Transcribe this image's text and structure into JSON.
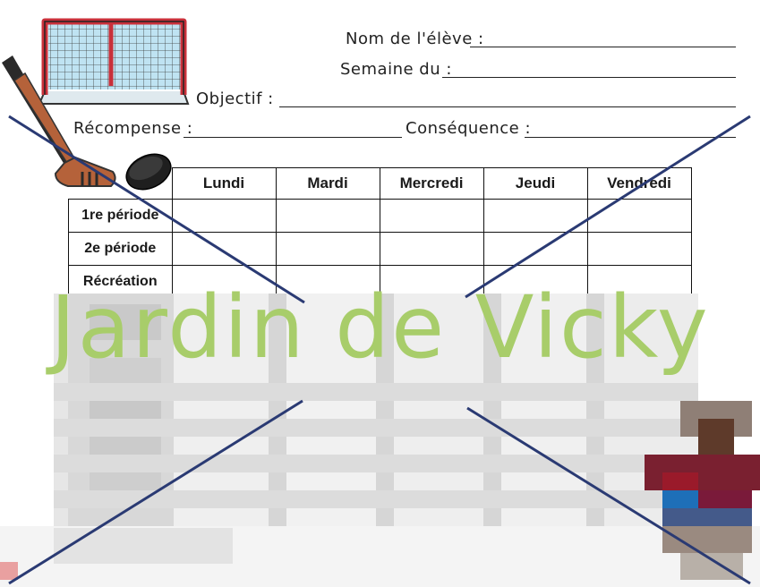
{
  "header": {
    "nom_label": "Nom de l'élève :",
    "semaine_label": "Semaine du :",
    "objectif_label": "Objectif :",
    "recompense_label": "Récompense :",
    "consequence_label": "Conséquence :"
  },
  "table": {
    "columns": [
      "Lundi",
      "Mardi",
      "Mercredi",
      "Jeudi",
      "Vendredi"
    ],
    "rows": [
      "1re période",
      "2e période",
      "Récréation"
    ]
  },
  "watermark": "Jardin de Vicky",
  "colors": {
    "watermark": "#a8cd6a",
    "cross_lines": "#2a3a73",
    "hockey_net_red": "#c9303a",
    "stick_brown": "#b5623a"
  }
}
